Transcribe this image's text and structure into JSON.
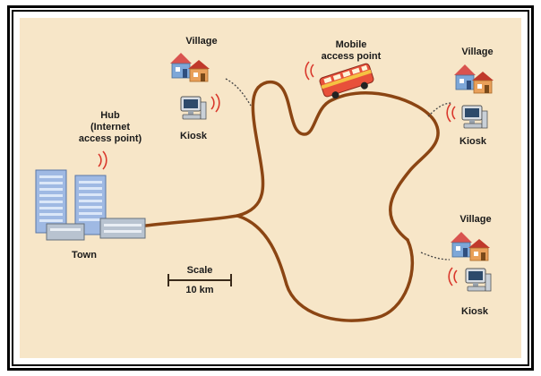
{
  "labels": {
    "hub": "Hub\n(Internet\naccess point)",
    "town": "Town",
    "mobile": "Mobile\naccess point",
    "village_top_left": "Village",
    "kiosk_top_left": "Kiosk",
    "village_right_top": "Village",
    "kiosk_right_top": "Kiosk",
    "village_right_bottom": "Village",
    "kiosk_right_bottom": "Kiosk",
    "scale_title": "Scale",
    "scale_value": "10 km"
  },
  "colors": {
    "background": "#f7e6c8",
    "road": "#8b4513",
    "signal": "#d9382c",
    "bus": "#e8503a",
    "house_blue": "#7da7d8",
    "house_orange": "#e9a05a"
  },
  "icons": [
    "building-icon",
    "signal-icon",
    "house-icon",
    "computer-icon",
    "bus-icon"
  ]
}
